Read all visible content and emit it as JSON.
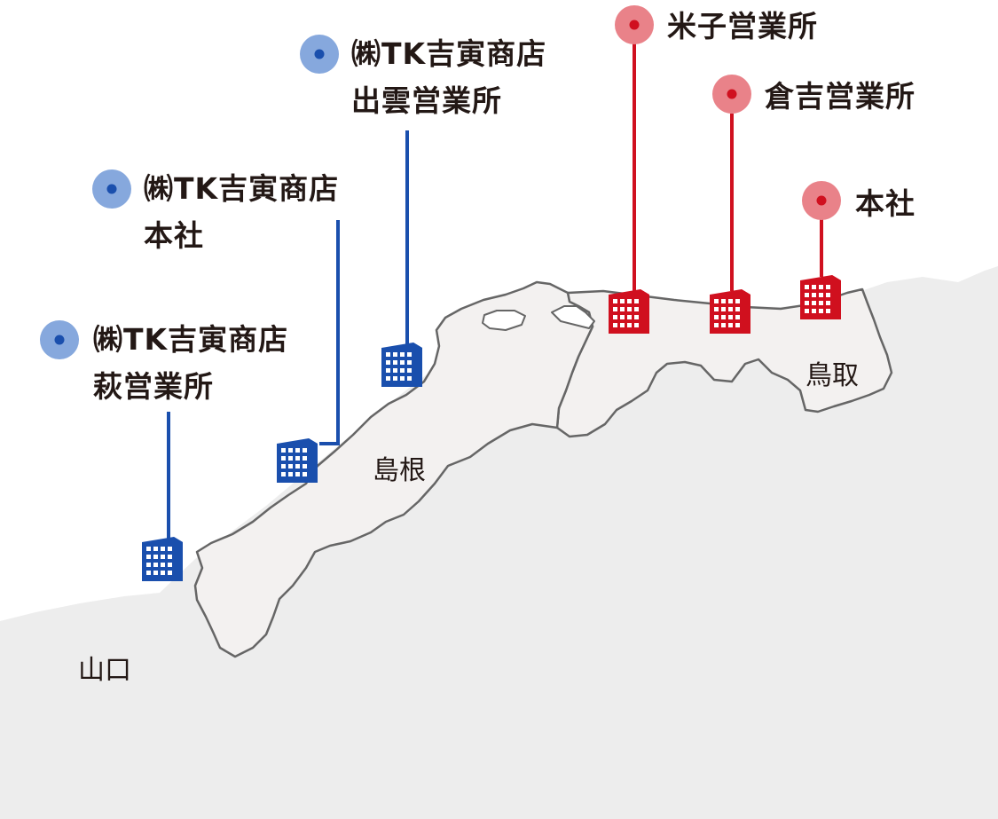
{
  "colors": {
    "background": "#ffffff",
    "region_fill": "#ededed",
    "prefecture_fill": "#f3f1f0",
    "border": "#666666",
    "group_company": "#1a4fad",
    "group_company_dot_outer": "#86a8dd",
    "own_office": "#d0101f",
    "own_office_dot_outer": "#e98289",
    "text": "#231815"
  },
  "prefectures": {
    "tottori": "鳥取",
    "shimane": "島根",
    "yamaguchi": "山口"
  },
  "offices": {
    "hagi": {
      "line1": "㈱TK吉寅商店",
      "line2": "萩営業所",
      "icon": "office-building-icon",
      "group": "group_company"
    },
    "tk_honsha": {
      "line1": "㈱TK吉寅商店",
      "line2": "本社",
      "icon": "office-building-icon",
      "group": "group_company"
    },
    "izumo": {
      "line1": "㈱TK吉寅商店",
      "line2": "出雲営業所",
      "icon": "office-building-icon",
      "group": "group_company"
    },
    "yonago": {
      "line1": "米子営業所",
      "icon": "office-building-icon",
      "group": "own_office"
    },
    "kurayoshi": {
      "line1": "倉吉営業所",
      "icon": "office-building-icon",
      "group": "own_office"
    },
    "honsha": {
      "line1": "本社",
      "icon": "office-building-icon",
      "group": "own_office"
    }
  }
}
